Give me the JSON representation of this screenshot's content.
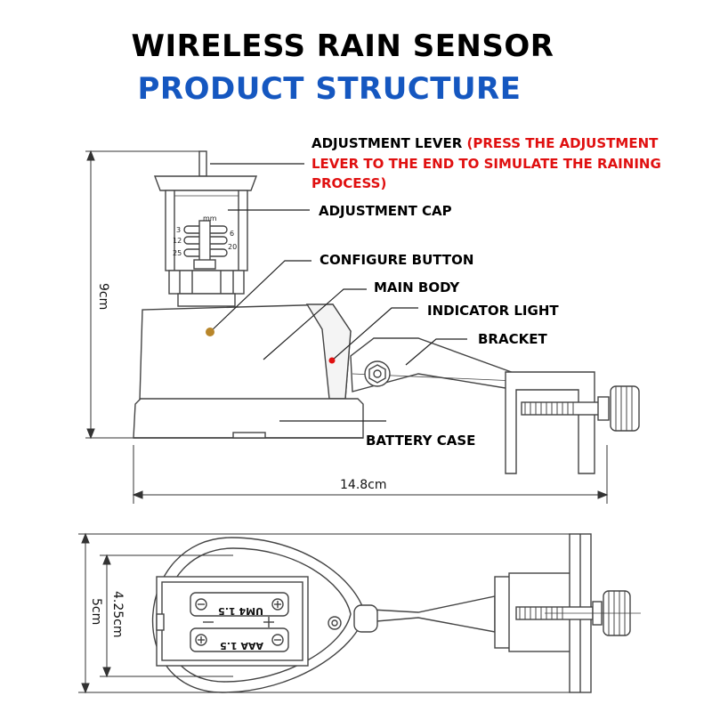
{
  "title": "WIRELESS RAIN SENSOR",
  "subtitle": "PRODUCT STRUCTURE",
  "labels": {
    "adjustment_lever": "ADJUSTMENT LEVER ",
    "adjustment_lever_note_1": "(PRESS THE ADJUSTMENT",
    "adjustment_lever_note_2": "LEVER TO THE END TO SIMULATE THE RAINING",
    "adjustment_lever_note_3": "PROCESS)",
    "adjustment_cap": "ADJUSTMENT CAP",
    "configure_button": "CONFIGURE BUTTON",
    "main_body": "MAIN BODY",
    "indicator_light": "INDICATOR LIGHT",
    "bracket": "BRACKET",
    "battery_case": "BATTERY CASE"
  },
  "dimensions": {
    "height": "9cm",
    "length": "14.8cm",
    "width_outer": "5cm",
    "width_inner": "4.25cm"
  },
  "cap_scale": {
    "unit": "mm",
    "left_marks": [
      "3",
      "12",
      "25"
    ],
    "right_marks": [
      "6",
      "20"
    ]
  },
  "batteries": [
    "UM4 1.5",
    "AAA 1.5"
  ],
  "colors": {
    "title": "#000000",
    "subtitle": "#1557c0",
    "note": "#e01010",
    "configure_button": "#b8862a",
    "indicator_light": "#e01010"
  }
}
